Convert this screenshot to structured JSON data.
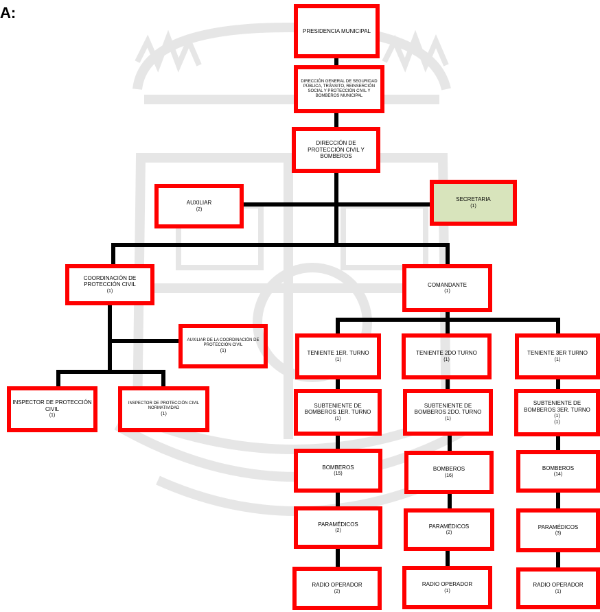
{
  "heading": "A:",
  "colors": {
    "border": "#ff0000",
    "line": "#000000",
    "highlight_fill": "#d8e4bc"
  },
  "watermark_icon": "coat-of-arms-emblem-icon",
  "nodes": [
    {
      "id": "presidencia",
      "label": "PRESIDENCIA MUNICIPAL",
      "count": ""
    },
    {
      "id": "dir-general",
      "label": "DIRECCIÓN GENERAL DE SEGURIDAD PÚBLICA, TRÁNSITO, REINSERCIÓN SOCIAL Y PROTECCIÓN CIVIL Y BOMBEROS MUNICIPAL",
      "count": ""
    },
    {
      "id": "dir-proteccion",
      "label": "DIRECCIÓN DE PROTECCIÓN CIVIL Y BOMBEROS",
      "count": ""
    },
    {
      "id": "auxiliar",
      "label": "AUXILIAR",
      "count": "(2)"
    },
    {
      "id": "secretaria",
      "label": "SECRETARIA",
      "count": "(1)"
    },
    {
      "id": "coordinacion",
      "label": "COORDINACIÓN DE PROTECCIÓN CIVIL",
      "count": "(1)"
    },
    {
      "id": "comandante",
      "label": "COMANDANTE",
      "count": "(1)"
    },
    {
      "id": "aux-coord",
      "label": "AUXILIAR DE LA COORDINACIÓN DE PROTECCIÓN CIVIL",
      "count": "(1)"
    },
    {
      "id": "inspector-1",
      "label": "INSPECTOR DE PROTECCIÓN CIVIL",
      "count": "(1)"
    },
    {
      "id": "inspector-2",
      "label": "INSPECTOR DE PROTECCIÓN CIVIL NORMATIVIDAD",
      "count": "(1)"
    },
    {
      "id": "teniente-1",
      "label": "TENIENTE 1ER. TURNO",
      "count": "(1)"
    },
    {
      "id": "teniente-2",
      "label": "TENIENTE 2DO TURNO",
      "count": "(1)"
    },
    {
      "id": "teniente-3",
      "label": "TENIENTE 3ER TURNO",
      "count": "(1)"
    },
    {
      "id": "subteniente-1",
      "label": "SUBTENIENTE DE BOMBEROS 1ER. TURNO",
      "count": "(1)"
    },
    {
      "id": "subteniente-2",
      "label": "SUBTENIENTE DE BOMBEROS 2DO. TURNO",
      "count": "(1)"
    },
    {
      "id": "subteniente-3",
      "label": "SUBTENIENTE DE BOMBEROS 3ER. TURNO",
      "count": "(1)\n(1)"
    },
    {
      "id": "bomberos-1",
      "label": "BOMBEROS",
      "count": "(15)"
    },
    {
      "id": "bomberos-2",
      "label": "BOMBEROS",
      "count": "(16)"
    },
    {
      "id": "bomberos-3",
      "label": "BOMBEROS",
      "count": "(14)"
    },
    {
      "id": "paramedicos-1",
      "label": "PARAMÉDICOS",
      "count": "(2)"
    },
    {
      "id": "paramedicos-2",
      "label": "PARAMÉDICOS",
      "count": "(2)"
    },
    {
      "id": "paramedicos-3",
      "label": "PARAMÉDICOS",
      "count": "(3)"
    },
    {
      "id": "radio-1",
      "label": "RADIO OPERADOR",
      "count": "(2)"
    },
    {
      "id": "radio-2",
      "label": "RADIO OPERADOR",
      "count": "(1)"
    },
    {
      "id": "radio-3",
      "label": "RADIO OPERADOR",
      "count": "(1)"
    }
  ]
}
